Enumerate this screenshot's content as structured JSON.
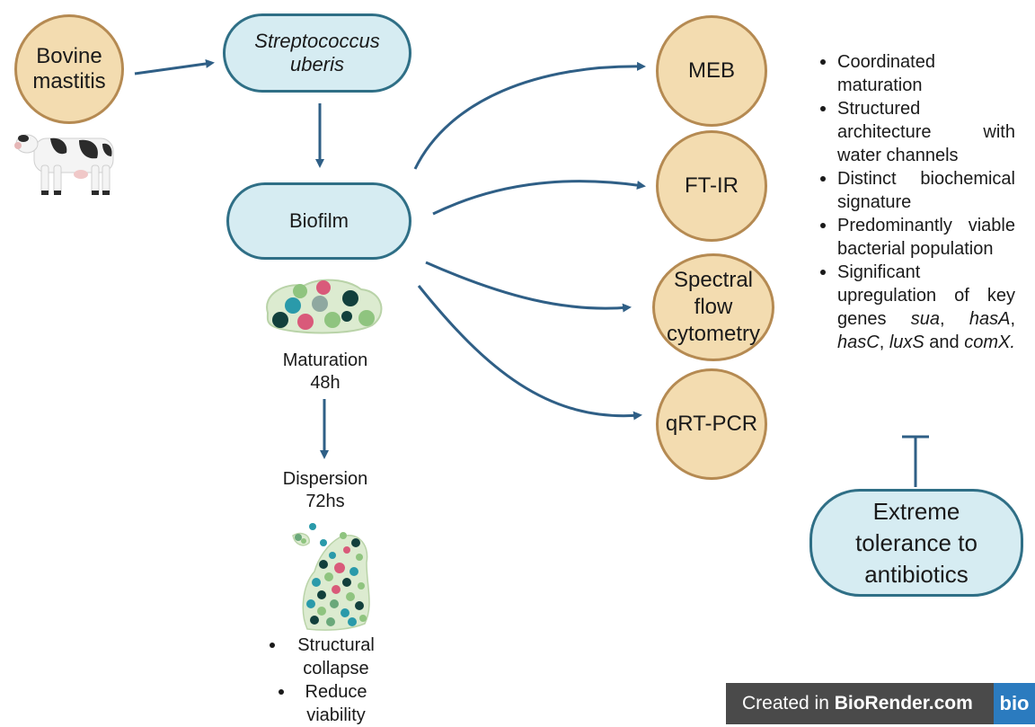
{
  "nodes": {
    "bovine_mastitis": "Bovine mastitis",
    "streptococcus": "Streptococcus uberis",
    "biofilm": "Biofilm",
    "meb": "MEB",
    "ftir": "FT-IR",
    "spectral_flow": "Spectral flow cytometry",
    "qrtpcr": "qRT-PCR",
    "extreme_tolerance": "Extreme tolerance to antibiotics"
  },
  "captions": {
    "maturation_line1": "Maturation",
    "maturation_line2": "48h",
    "dispersion_line1": "Dispersion",
    "dispersion_line2": "72hs"
  },
  "right_list": {
    "item1": "Coordinated maturation",
    "item2": "Structured architecture with water channels",
    "item3": "Distinct biochemical signature",
    "item4": "Predominantly viable bacterial population",
    "item5_prefix": "Significant upregulation of key genes ",
    "gene_sua": "sua",
    "gene_hasA": "hasA",
    "gene_hasC": "hasC",
    "gene_luxS": "luxS",
    "gene_comX": "comX.",
    "comma": ", ",
    "and_word": " and "
  },
  "bottom_list": {
    "item1": "Structural collapse",
    "item2": "Reduce viability"
  },
  "credit": {
    "prefix": "Created in ",
    "brand": "BioRender.com",
    "logo": "bio"
  },
  "colors": {
    "circle_fill": "#f3dcb0",
    "circle_border": "#b58a52",
    "pill_fill": "#d6ecf2",
    "pill_border": "#2f6f86",
    "arrow": "#2f5f86"
  }
}
